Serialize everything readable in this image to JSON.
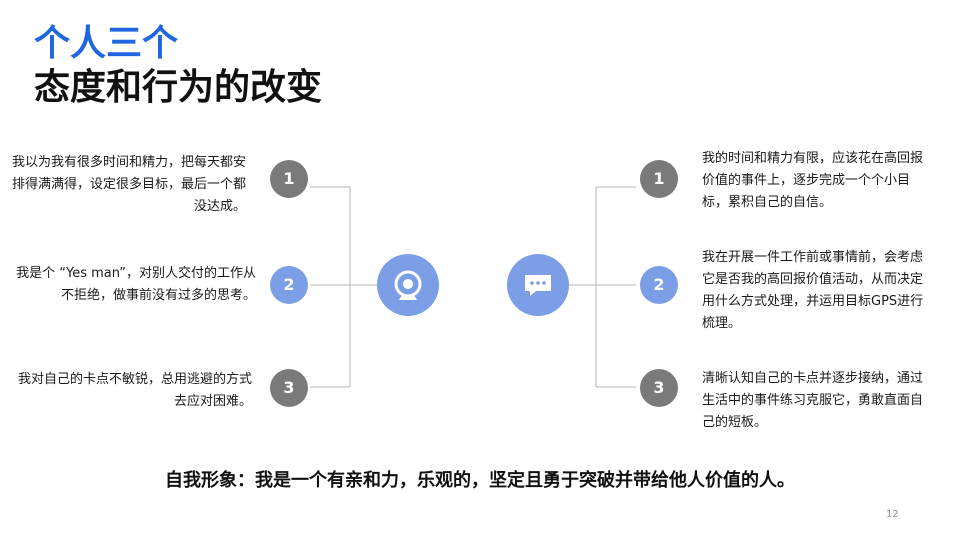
{
  "title": {
    "line1": "个人三个",
    "line2": "态度和行为的改变"
  },
  "left_items": [
    {
      "number": "1",
      "text": "我以为我有很多时间和精力，把每天都安排得满满得，设定很多目标，最后一个都没达成。"
    },
    {
      "number": "2",
      "text": "我是个 “Yes man”，对别人交付的工作从不拒绝，做事前没有过多的思考。"
    },
    {
      "number": "3",
      "text": "我对自己的卡点不敏锐，总用逃避的方式去应对困难。"
    }
  ],
  "right_items": [
    {
      "number": "1",
      "text": "我的时间和精力有限，应该花在高回报价值的事件上，逐步完成一个个小目标，累积自己的自信。"
    },
    {
      "number": "2",
      "text": "我在开展一件工作前或事情前，会考虑它是否我的高回报价值活动，从而决定用什么方式处理，并运用目标GPS进行梳理。"
    },
    {
      "number": "3",
      "text": "清晰认知自己的卡点并逐步接纳，通过生活中的事件练习克服它，勇敢直面自己的短板。"
    }
  ],
  "left_hub_icon": "webcam-icon",
  "right_hub_icon": "chat-bubble-icon",
  "conclusion": "自我形象：我是一个有亲和力，乐观的，坚定且勇于突破并带给他人价值的人。",
  "page_number": "12",
  "colors": {
    "title_accent": "#1f66e0",
    "badge_gray": "#7a7a7a",
    "badge_blue": "#7b9ee6",
    "line_gray": "#b5b5b5"
  }
}
